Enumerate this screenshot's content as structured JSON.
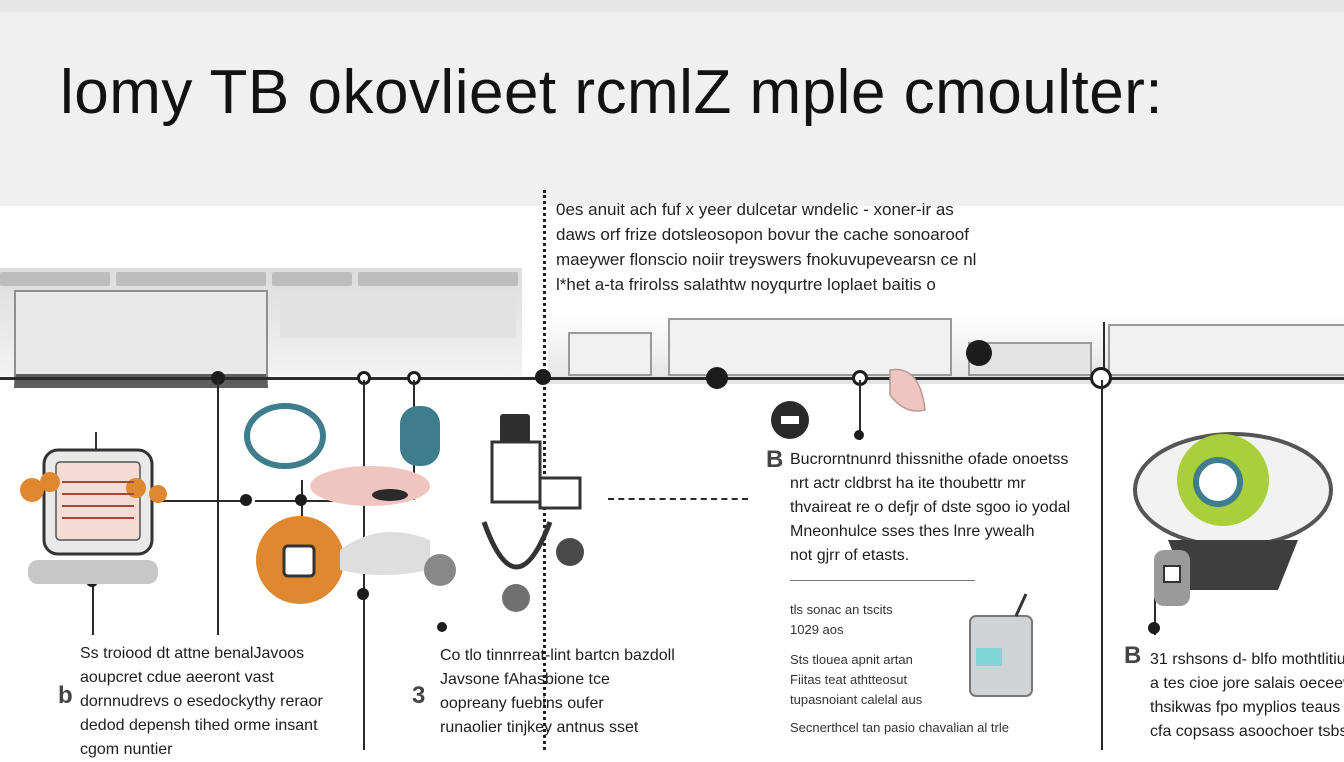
{
  "title": "lomy TB okovlieet rcmlZ mple cmoulter:",
  "intro_lines": [
    "0es anuit ach fuf x yeer dulcetar wndelic - xoner-ir as",
    "daws orf frize dotsleosopon bovur the cache sonoaroof",
    "maeywer flonscio noiir treyswers fnokuvupevearsn ce nl",
    "l*het a-ta frirolss salathtw noyqurtre loplaet baitis o"
  ],
  "captions": {
    "left": [
      "Ss troiood dt attne benalJavoos",
      "aoupcret cdue aeeront vast",
      "dornnudrevs o esedockythy reraor",
      "dedod depensh tihed orme insant",
      "cgom nuntier"
    ],
    "left_marker": "b",
    "middle": [
      "Co tlo tinnrreat-lint bartcn bazdoll",
      "Javsone fAhasbione tce",
      "oopreany fuebins oufer",
      "runaolier tinjkey antnus sset"
    ],
    "middle_marker": "3",
    "right": [
      "Bucrorntnunrd thissnithe ofade onoetss",
      "nrt actr cldbrst ha ite thoubettr mr",
      "thvaireat re o defjr of dste sgoo io yodal",
      "Mneonhulce sses thes lnre ywealh",
      "not gjrr of etasts."
    ],
    "right_marker": "B",
    "right_small": [
      "tls sonac an tscits",
      "1029 aos"
    ],
    "right_small_2": [
      "Sts tlouea apnit artan",
      "Fiitas teat athtteosut",
      "tupasnoiant calelal aus"
    ],
    "right_bottom": [
      "Secnerthcel tan pasio chavalian al trle"
    ],
    "far_right": [
      "31 rshsons d- blfo mothtlitiu",
      "a tes cioe jore salais oeceev",
      "thsikwas fpo myplios teaus",
      "cfa copsass asoochoer tsbs"
    ],
    "far_right_marker": "B"
  },
  "colors": {
    "title_band": "#f0f0f1",
    "line": "#2a2a2a",
    "accent_orange": "#e0882f",
    "accent_teal": "#3f7c8c",
    "accent_green": "#a9cf3b",
    "accent_pink": "#efc6bf",
    "accent_aqua": "#7fd6d6"
  }
}
